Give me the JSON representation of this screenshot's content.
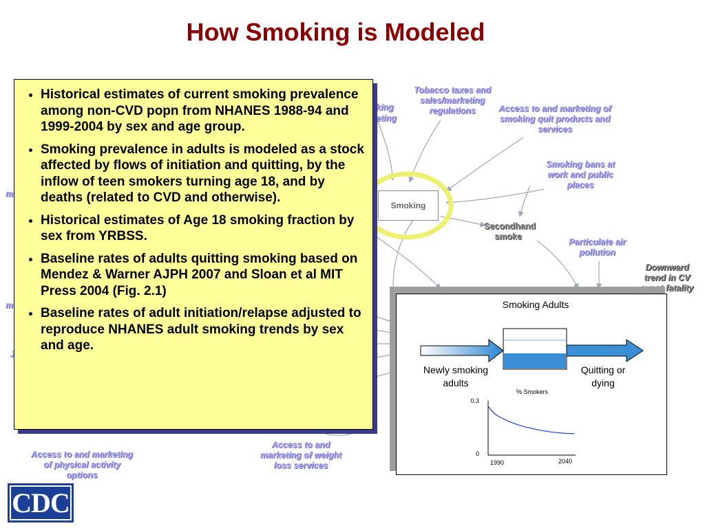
{
  "title": "How Smoking is Modeled",
  "diagram": {
    "central_node": "Smoking",
    "labels": {
      "tobacco_taxes": "Tobacco taxes and sales/marketing regulations",
      "access_quit": "Access to and marketing of smoking quit products and services",
      "smoking_bans": "Smoking bans at work and public places",
      "secondhand_smoke": "Secondhand smoke",
      "particulate_air": "Particulate air pollution",
      "downward_trend": "Downward trend in CV event fatality",
      "access_weight_loss": "Access to and marketing of weight loss services",
      "access_physical_activity": "Access to and marketing of physical activity options",
      "frag_king": "king",
      "frag_eting": "eting",
      "frag_m1": "m",
      "frag_m2": "m",
      "frag_j": "J"
    }
  },
  "bullets": [
    "Historical estimates of current smoking prevalence among non-CVD popn from NHANES 1988-94 and 1999-2004 by sex and age group.",
    "Smoking prevalence in adults is modeled as a stock affected by flows of initiation and quitting, by the inflow of teen smokers turning age 18, and by deaths (related to CVD and otherwise).",
    "Historical estimates of Age 18 smoking fraction by sex from YRBSS.",
    "Baseline rates of adults quitting smoking based on Mendez & Warner AJPH 2007 and Sloan et al MIT Press 2004 (Fig. 2.1)",
    "Baseline rates of adult initiation/relapse adjusted to reproduce NHANES adult smoking trends by sex and age."
  ],
  "stock_flow": {
    "stock_label": "Smoking Adults",
    "inflow_label": "Newly smoking adults",
    "outflow_label": "Quitting or dying"
  },
  "chart_data": {
    "type": "line",
    "title": "% Smokers",
    "ylim": [
      0,
      0.3
    ],
    "y_ticks": [
      "0.3",
      "0"
    ],
    "x_ticks": [
      "1990",
      "2040"
    ],
    "series": [
      {
        "x": [
          1990,
          1992,
          1995,
          2000,
          2005,
          2010,
          2015,
          2020,
          2025,
          2030,
          2035,
          2040
        ],
        "values": [
          0.27,
          0.245,
          0.22,
          0.195,
          0.175,
          0.16,
          0.148,
          0.138,
          0.13,
          0.124,
          0.12,
          0.118
        ]
      }
    ]
  },
  "logo": "CDC",
  "colors": {
    "title": "#8b0000",
    "bullet_box": "#ffff99",
    "link_label": "#a9a6f0",
    "highlight_ring": "#eeee70",
    "flow_blue": "#3a8fd6",
    "chart_line": "#1f3fd0"
  }
}
